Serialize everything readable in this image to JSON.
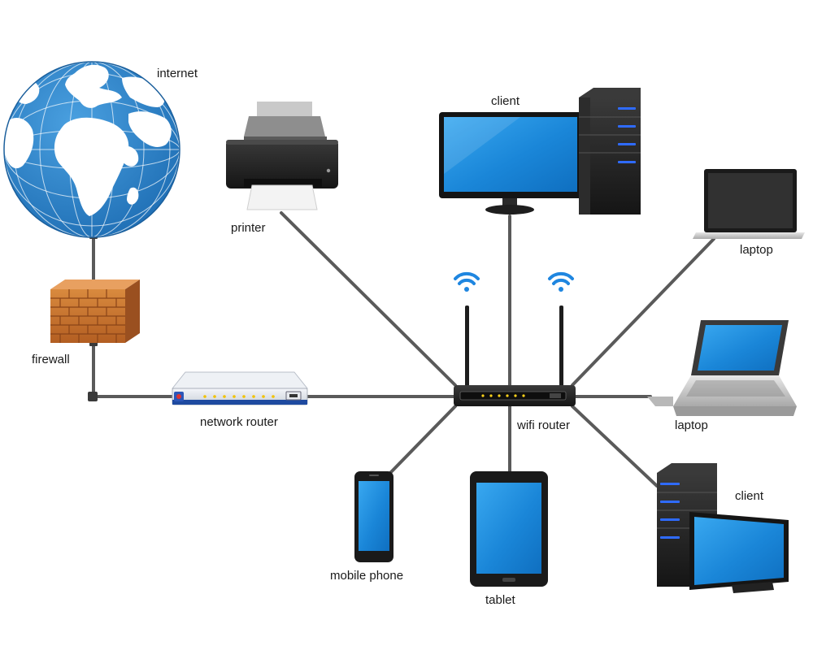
{
  "labels": {
    "internet": "internet",
    "printer": "printer",
    "client_top": "client",
    "laptop_top": "laptop",
    "firewall": "firewall",
    "network_router": "network router",
    "wifi_router": "wifi router",
    "laptop_right": "laptop",
    "client_bottom": "client",
    "mobile_phone": "mobile phone",
    "tablet": "tablet"
  },
  "colors": {
    "ocean": "#2a7fc6",
    "land": "#ffffff",
    "screen": "#1e8ee0",
    "cable": "#555555",
    "brick": "#c9702c",
    "tower": "#1c1c1c",
    "led": "#2f6bff"
  },
  "icons": [
    "globe-icon",
    "firewall-icon",
    "network-router-icon",
    "printer-icon",
    "desktop-client-icon",
    "laptop-icon",
    "wifi-router-icon",
    "wifi-signal-icon",
    "tablet-icon",
    "mobile-phone-icon"
  ]
}
